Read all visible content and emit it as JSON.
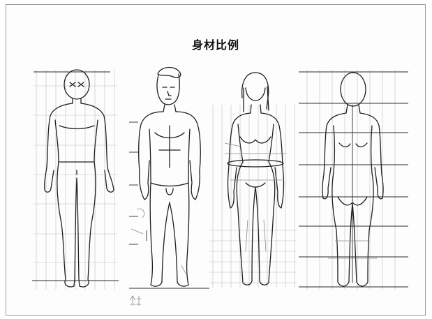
{
  "sheet": {
    "title": "身材比例",
    "background": "#fdfdfd",
    "ink_color": "#1f1f1f",
    "figures": [
      {
        "name": "base-figure-front",
        "view": "front"
      },
      {
        "name": "male-figure-front",
        "view": "front"
      },
      {
        "name": "female-figure-front",
        "view": "front"
      },
      {
        "name": "figure-back",
        "view": "back"
      }
    ]
  }
}
